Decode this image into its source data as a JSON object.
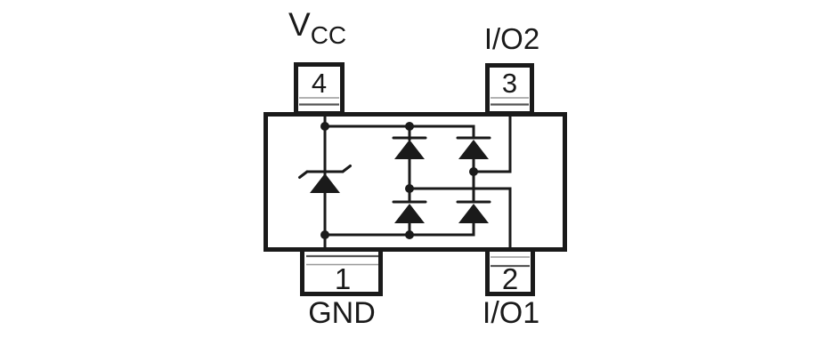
{
  "colors": {
    "line": "#1a1a1a",
    "background": "#ffffff",
    "hatch_light": "#999999",
    "hatch_dark": "#555555"
  },
  "package": {
    "pins": {
      "pin4": {
        "number": "4",
        "net_main": "V",
        "net_sub": "CC",
        "position": "top-left"
      },
      "pin3": {
        "number": "3",
        "net": "I/O2",
        "position": "top-right"
      },
      "pin1": {
        "number": "1",
        "net": "GND",
        "position": "bottom-left"
      },
      "pin2": {
        "number": "2",
        "net": "I/O1",
        "position": "bottom-right"
      }
    },
    "internal_components": {
      "zener_diode": {
        "icon": "zener-diode-icon",
        "anode": "GND",
        "cathode": "VCC"
      },
      "steering_diodes": [
        {
          "icon": "diode-icon",
          "anode": "I/O1",
          "cathode": "VCC"
        },
        {
          "icon": "diode-icon",
          "anode": "GND",
          "cathode": "I/O1"
        },
        {
          "icon": "diode-icon",
          "anode": "I/O2",
          "cathode": "VCC"
        },
        {
          "icon": "diode-icon",
          "anode": "GND",
          "cathode": "I/O2"
        }
      ],
      "junction_dot_count": 6
    }
  }
}
